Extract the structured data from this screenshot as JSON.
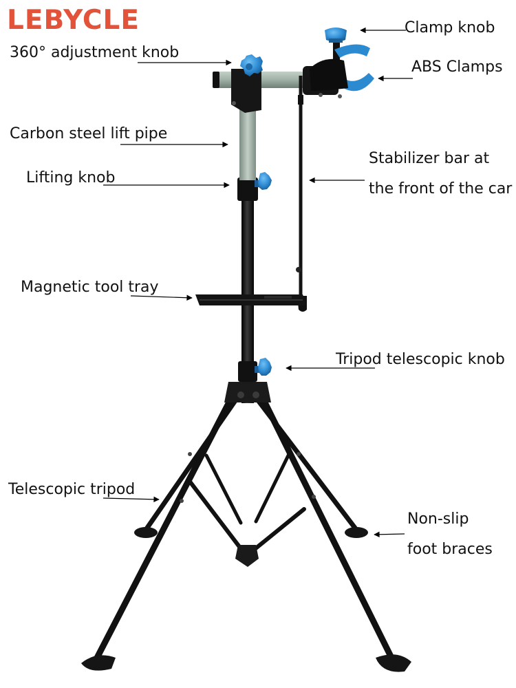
{
  "brand": {
    "name": "LEBYCLE",
    "color": "#e2533a"
  },
  "colors": {
    "frame": "#141414",
    "knob": "#2f8fd6",
    "lift_pipe": "#a3b3a9",
    "line": "#000000"
  },
  "labels": {
    "clamp_knob": "Clamp knob",
    "adjustment_knob": "360° adjustment knob",
    "abs_clamps": "ABS Clamps",
    "lift_pipe": "Carbon steel lift pipe",
    "stabilizer_line1": "Stabilizer bar at",
    "stabilizer_line2": "the front of the car",
    "lifting_knob": "Lifting knob",
    "tool_tray": "Magnetic tool tray",
    "tripod_knob": "Tripod telescopic knob",
    "tripod": "Telescopic tripod",
    "foot_line1": "Non-slip",
    "foot_line2": "foot braces"
  },
  "icons": [
    "arrow-icon",
    "knob-icon",
    "clamp-icon"
  ]
}
